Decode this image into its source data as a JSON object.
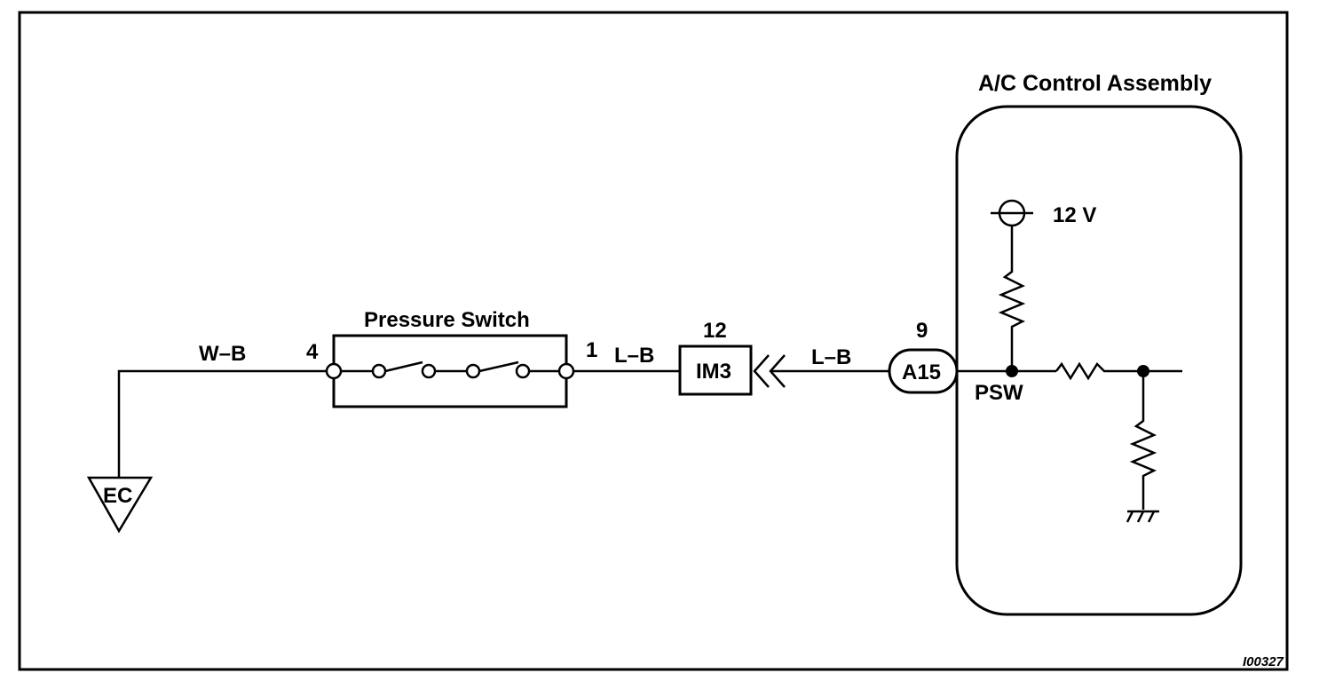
{
  "assembly": {
    "title": "A/C Control Assembly"
  },
  "pressure_switch": {
    "title": "Pressure Switch",
    "pin_left": "4",
    "pin_right": "1"
  },
  "wires": {
    "ground_wire": "W–B",
    "switch_to_connector": "L–B",
    "connector_to_a15": "L–B"
  },
  "connector_im3": {
    "label": "IM3",
    "pin": "12"
  },
  "connector_a15": {
    "label": "A15",
    "pin": "9"
  },
  "terminal": {
    "label": "PSW"
  },
  "power": {
    "label": "12 V"
  },
  "ground": {
    "label": "EC"
  },
  "figure_id": "I00327"
}
